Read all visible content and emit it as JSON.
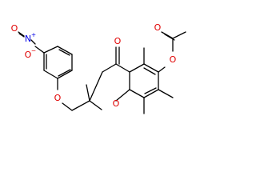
{
  "molecule": {
    "atoms": [
      {
        "id": "nitro-o1",
        "symbol": "O",
        "color": "#e00000"
      },
      {
        "id": "nitro-n",
        "symbol": "N",
        "charge": "+",
        "color": "#0000e6"
      },
      {
        "id": "nitro-o2",
        "symbol": "O",
        "charge": "−",
        "color": "#e00000"
      },
      {
        "id": "ether-o",
        "symbol": "O",
        "color": "#e00000"
      },
      {
        "id": "ring-o",
        "symbol": "O",
        "color": "#e00000"
      },
      {
        "id": "ketone-o",
        "symbol": "O",
        "color": "#e00000"
      },
      {
        "id": "ester-o",
        "symbol": "O",
        "color": "#e00000"
      },
      {
        "id": "carbonyl-o",
        "symbol": "O",
        "color": "#e00000"
      }
    ]
  },
  "colors": {
    "bond": "#000000",
    "oxygen": "#e00000",
    "nitrogen": "#0000e6",
    "background": "#ffffff"
  }
}
